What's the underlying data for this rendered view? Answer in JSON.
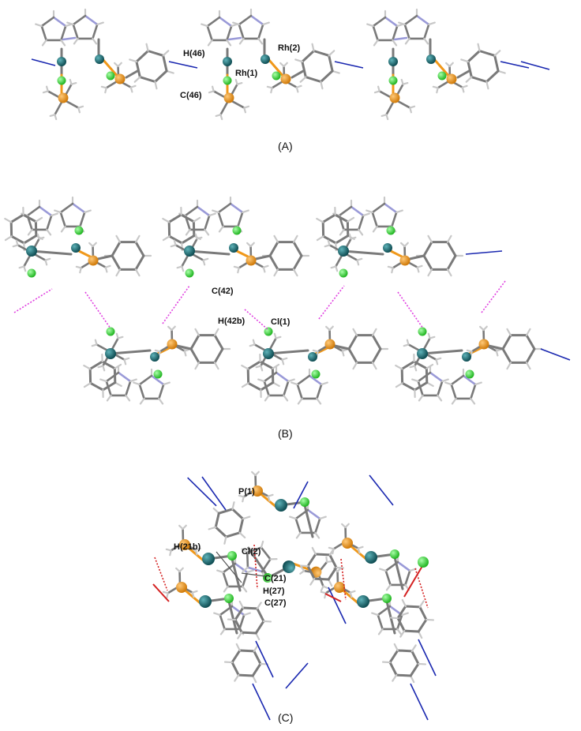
{
  "figure": {
    "colors": {
      "rhodium": "#1c7077",
      "phosphorus": "#f0981a",
      "chlorine": "#3de03d",
      "carbon": "#7a7a7a",
      "hydrogen": "#c8c8c8",
      "nitrogen": "#9a9ad8",
      "cation_link": "#1a28b0",
      "ch_cl_contact_b": "#e040e0",
      "ch_cl_contact_c": "#d42020"
    },
    "panels": [
      {
        "id": "A",
        "label": "(A)",
        "atom_labels": [
          "H(46)",
          "C(46)",
          "Rh(1)",
          "Rh(2)"
        ]
      },
      {
        "id": "B",
        "label": "(B)",
        "atom_labels": [
          "C(42)",
          "H(42b)",
          "Cl(1)"
        ]
      },
      {
        "id": "C",
        "label": "(C)",
        "atom_labels": [
          "P(1)",
          "H(21b)",
          "Cl(2)",
          "C(21)",
          "H(27)",
          "C(27)"
        ]
      }
    ]
  }
}
